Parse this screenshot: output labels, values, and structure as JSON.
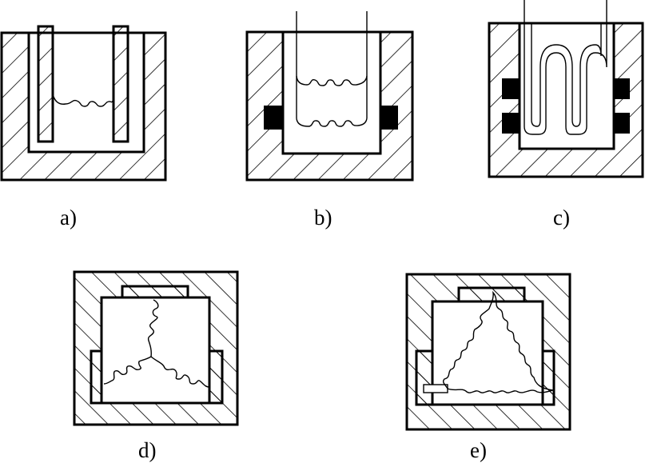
{
  "figure": {
    "panels": [
      {
        "id": "a",
        "label": "a)",
        "type": "crucible-with-vertical-electrodes-and-coil"
      },
      {
        "id": "b",
        "label": "b)",
        "type": "crucible-with-two-hanging-coils-and-side-blocks"
      },
      {
        "id": "c",
        "label": "c)",
        "type": "crucible-with-serpentine-heater-and-side-blocks"
      },
      {
        "id": "d",
        "label": "d)",
        "type": "box-with-y-connected-coils"
      },
      {
        "id": "e",
        "label": "e)",
        "type": "box-with-delta-connected-coils"
      }
    ],
    "colors": {
      "line": "#000000",
      "background": "#ffffff",
      "hatch": "#000000"
    }
  }
}
